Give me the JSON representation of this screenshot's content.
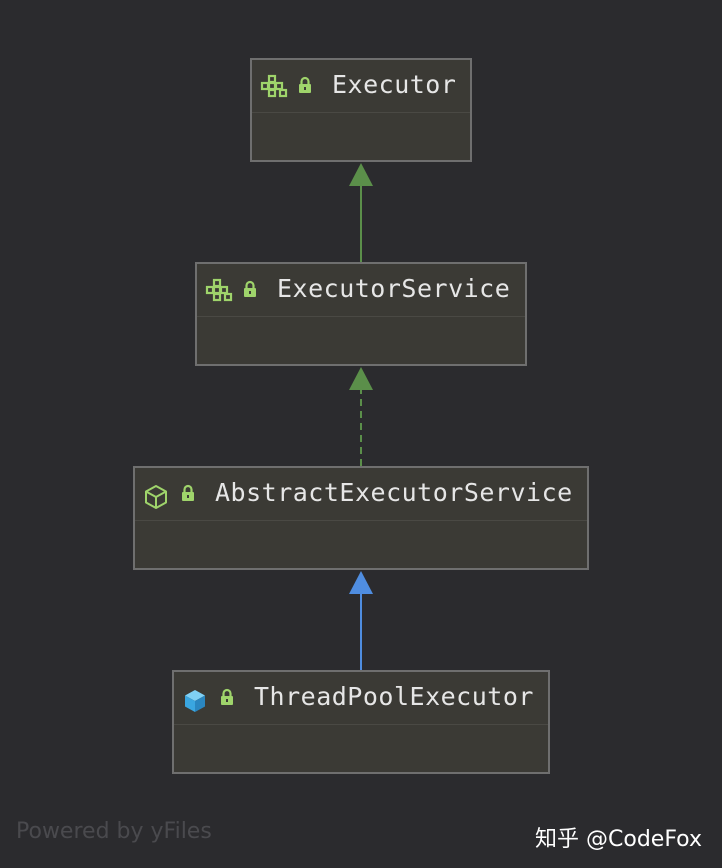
{
  "nodes": [
    {
      "label": "Executor",
      "kind": "interface"
    },
    {
      "label": "ExecutorService",
      "kind": "interface"
    },
    {
      "label": "AbstractExecutorService",
      "kind": "abstract-class"
    },
    {
      "label": "ThreadPoolExecutor",
      "kind": "class"
    }
  ],
  "edges": [
    {
      "from": "ExecutorService",
      "to": "Executor",
      "relation": "extends",
      "style": "solid",
      "color": "#5b8f4a"
    },
    {
      "from": "AbstractExecutorService",
      "to": "ExecutorService",
      "relation": "implements",
      "style": "dashed",
      "color": "#5b8f4a"
    },
    {
      "from": "ThreadPoolExecutor",
      "to": "AbstractExecutorService",
      "relation": "extends",
      "style": "solid",
      "color": "#4f8de0"
    }
  ],
  "footer": {
    "powered_by": "Powered by yFiles",
    "watermark": "知乎 @CodeFox"
  },
  "colors": {
    "background": "#2b2b2e",
    "node_fill": "#3b3a35",
    "node_border": "#6f6f6f",
    "interface_icon": "#9fd46b",
    "lock_icon": "#9fd46b",
    "class_icon": "#3aa6e0"
  }
}
